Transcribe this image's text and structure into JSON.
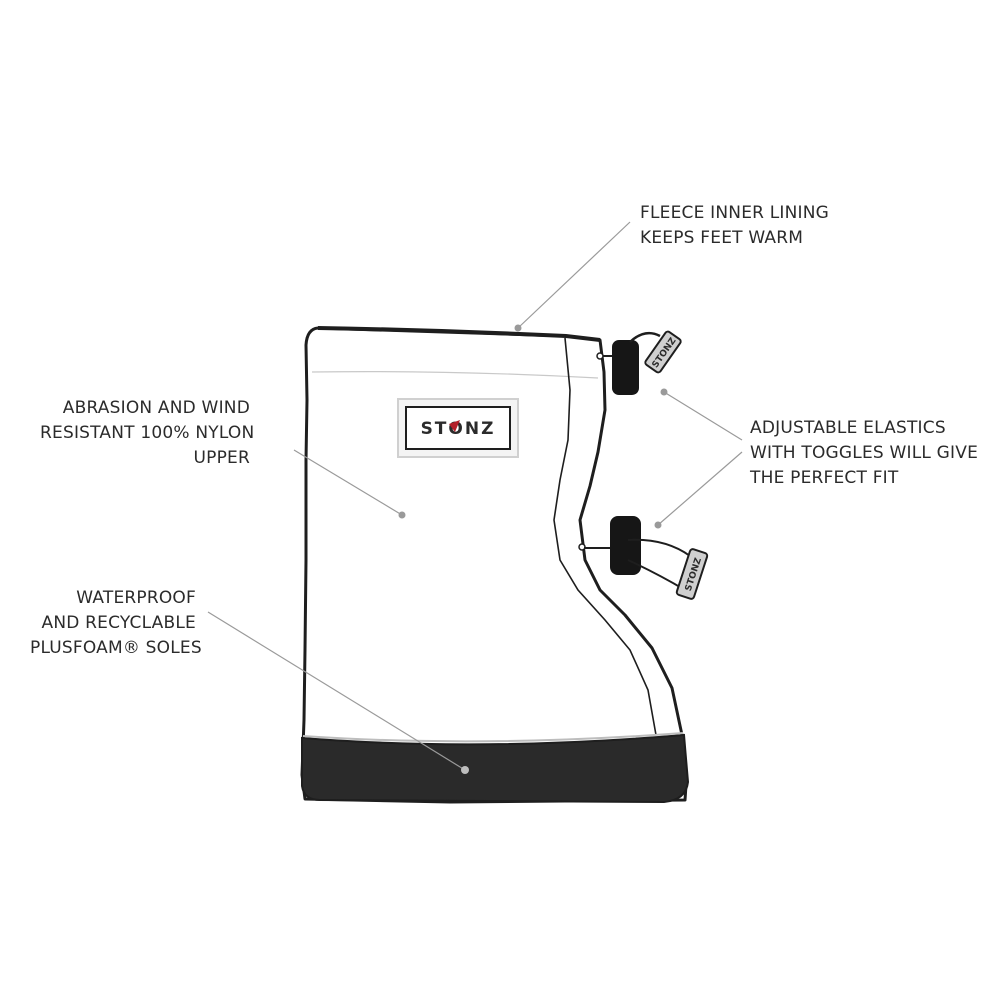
{
  "diagram": {
    "callouts": {
      "fleece": {
        "lines": [
          "FLEECE INNER LINING",
          "KEEPS FEET WARM"
        ]
      },
      "elastics": {
        "lines": [
          "ADJUSTABLE ELASTICS",
          "WITH TOGGLES WILL GIVE",
          "THE PERFECT FIT"
        ]
      },
      "upper": {
        "lines": [
          "ABRASION AND WIND",
          "RESISTANT 100% NYLON",
          "UPPER"
        ]
      },
      "soles": {
        "lines": [
          "WATERPROOF",
          "AND RECYCLABLE",
          "PLUSFOAM® SOLES"
        ]
      }
    },
    "logo": {
      "text": "STONZ",
      "accent_color": "#b3202a"
    },
    "toggle_tag_text": "STONZ",
    "colors": {
      "outline": "#1e1e1e",
      "sole": "#2a2a2a",
      "leader": "#9a9a9a",
      "text": "#2b2b2b"
    }
  }
}
